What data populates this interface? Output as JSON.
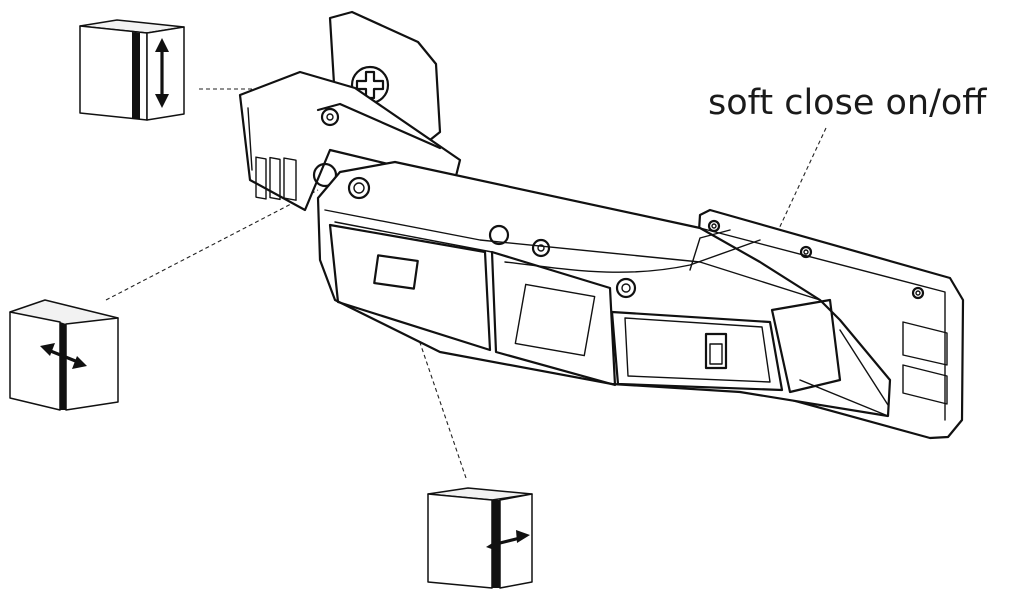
{
  "annotation": {
    "soft_close_label": "soft close on/off"
  },
  "adjustment_icons": [
    {
      "id": "height-adjust",
      "arrow_direction": "vertical"
    },
    {
      "id": "depth-adjust",
      "arrow_direction": "diagonal-horizontal"
    },
    {
      "id": "side-adjust",
      "arrow_direction": "horizontal"
    }
  ],
  "colors": {
    "line": "#111111",
    "background": "#ffffff"
  }
}
